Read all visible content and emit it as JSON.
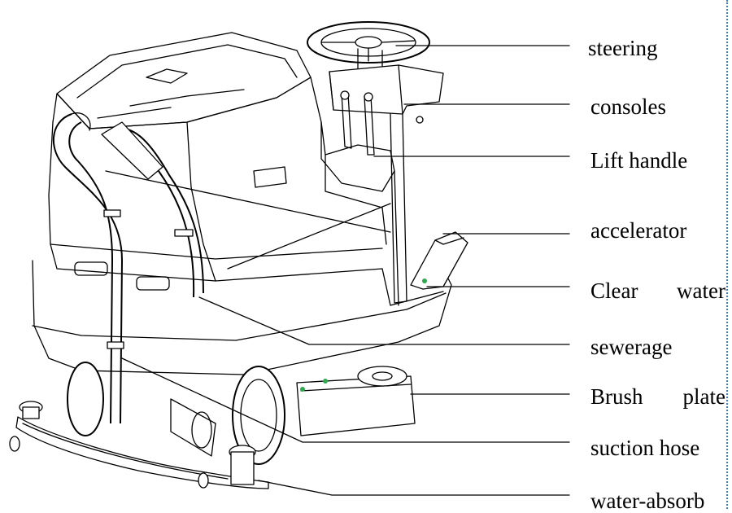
{
  "labels": {
    "steering": "steering",
    "consoles": "consoles",
    "lift_handle": "Lift handle",
    "accelerator": "accelerator",
    "clear_water_1": "Clear",
    "clear_water_2": "water",
    "sewerage": "sewerage",
    "brush_plate_1": "Brush",
    "brush_plate_2": "plate",
    "suction_hose": "suction hose",
    "water_absorb": "water-absorb"
  },
  "colors": {
    "line": "#000000",
    "accent_green": "#2fa84f",
    "border_dots": "#3b7fc4"
  }
}
